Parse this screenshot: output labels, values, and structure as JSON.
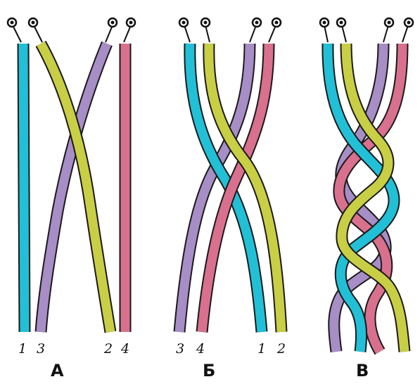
{
  "colors": {
    "cyan": "#22c0d6",
    "yellow": "#c9cf45",
    "purple": "#a78ec6",
    "pink": "#d9708e",
    "outline": "#1a1a1a"
  },
  "icons": [
    "pin-icon"
  ],
  "panels": [
    {
      "id": "a",
      "label": "А",
      "numbers": [
        "1",
        "3",
        "2",
        "4"
      ]
    },
    {
      "id": "b",
      "label": "Б",
      "numbers": [
        "3",
        "4",
        "1",
        "2"
      ]
    },
    {
      "id": "v",
      "label": "В",
      "numbers": []
    }
  ]
}
